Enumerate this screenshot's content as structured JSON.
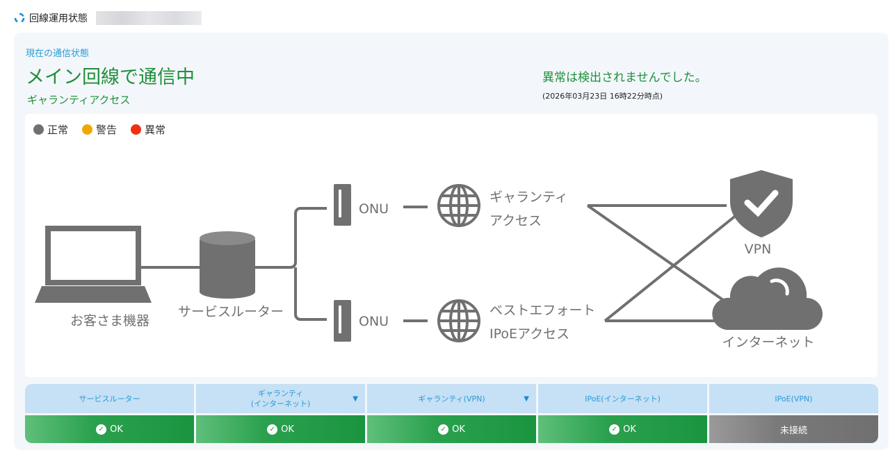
{
  "header": {
    "title": "回線運用状態"
  },
  "status": {
    "label": "現在の通信状態",
    "main": "メイン回線で通信中",
    "line": "ギャランティアクセス",
    "message": "異常は検出されませんでした。",
    "timestamp": "(2026年03月23日 16時22分時点)"
  },
  "legend": [
    {
      "label": "正常",
      "color": "#707070"
    },
    {
      "label": "警告",
      "color": "#f0a800"
    },
    {
      "label": "異常",
      "color": "#f03010"
    }
  ],
  "diagram": {
    "client": "お客さま機器",
    "router": "サービスルーター",
    "onu1": "ONU",
    "onu2": "ONU",
    "line1a": "ギャランティ",
    "line1b": "アクセス",
    "line2a": "ベストエフォート",
    "line2b": "IPoEアクセス",
    "vpn": "VPN",
    "internet": "インターネット"
  },
  "table": [
    {
      "header": "サービスルーター",
      "status": "OK",
      "state": "ok"
    },
    {
      "header": "ギャランティ\n(インターネット)",
      "status": "OK",
      "state": "ok",
      "dropdown": true
    },
    {
      "header": "ギャランティ(VPN)",
      "status": "OK",
      "state": "ok",
      "dropdown": true
    },
    {
      "header": "IPoE(インターネット)",
      "status": "OK",
      "state": "ok"
    },
    {
      "header": "IPoE(VPN)",
      "status": "未接続",
      "state": "disconnected"
    }
  ]
}
